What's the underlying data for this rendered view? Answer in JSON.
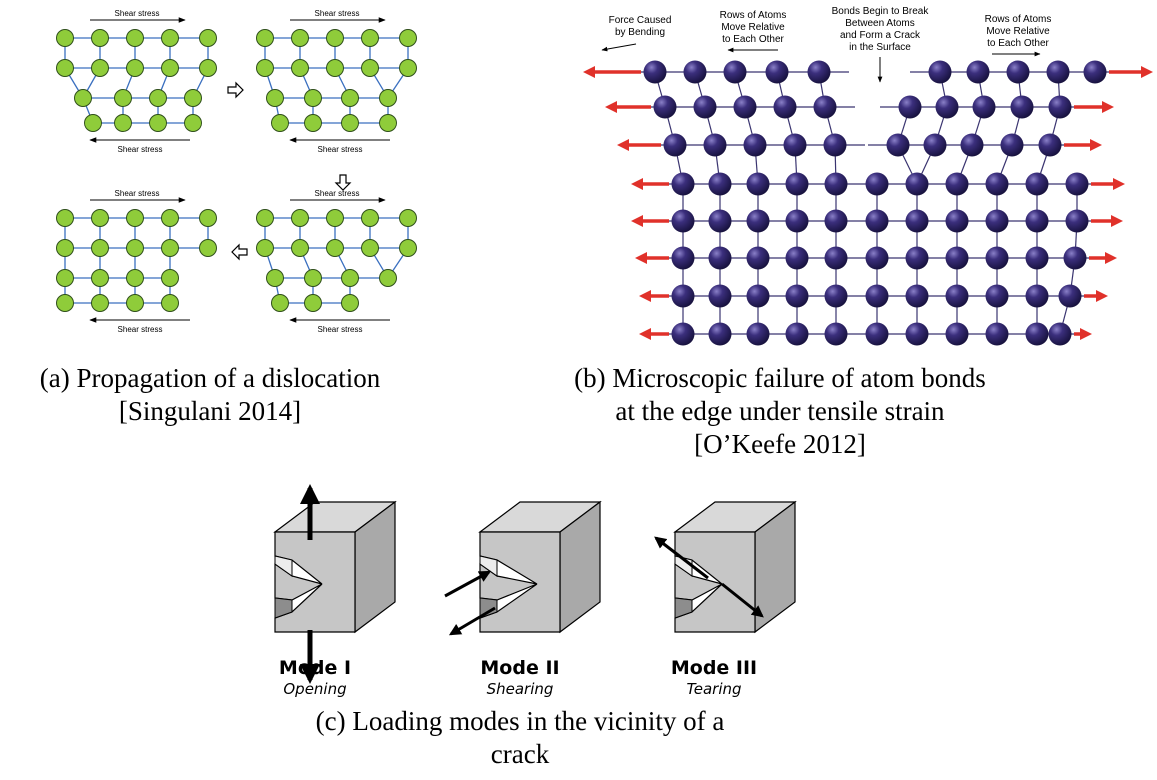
{
  "panel_a": {
    "shear_label": "Shear stress",
    "caption_line1": "(a) Propagation of a dislocation",
    "caption_line2": "[Singulani 2014]"
  },
  "panel_b": {
    "labels": {
      "force": [
        "Force Caused",
        "by Bending"
      ],
      "rows_left": [
        "Rows of Atoms",
        "Move Relative",
        "to Each Other"
      ],
      "bonds": [
        "Bonds Begin to Break",
        "Between Atoms",
        "and Form a Crack",
        "in the Surface"
      ],
      "rows_right": [
        "Rows of Atoms",
        "Move Relative",
        "to Each Other"
      ]
    },
    "caption_line1": "(b) Microscopic failure of atom bonds",
    "caption_line2": "at the edge under tensile strain",
    "caption_line3": "[O’Keefe 2012]"
  },
  "panel_c": {
    "modes": [
      {
        "title": "Mode I",
        "subtitle": "Opening"
      },
      {
        "title": "Mode II",
        "subtitle": "Shearing"
      },
      {
        "title": "Mode III",
        "subtitle": "Tearing"
      }
    ],
    "caption_line1": "(c) Loading modes in the vicinity of a",
    "caption_line2": "crack"
  },
  "colors": {
    "atom_green": "#8fcc3a",
    "bond_blue": "#3a6fbf",
    "atom_purple": "#2f2466",
    "force_red": "#e0312a",
    "block_light": "#d6d6d6",
    "block_mid": "#a8a8a8",
    "block_dark": "#7a7a7a"
  }
}
